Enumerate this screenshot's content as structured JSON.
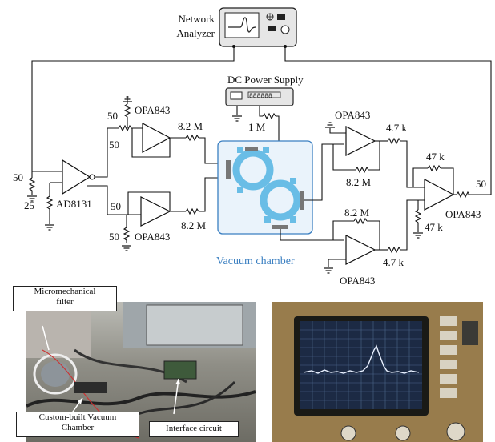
{
  "schematic": {
    "network_analyzer": "Network\nAnalyzer",
    "network_analyzer_line1": "Network",
    "network_analyzer_line2": "Analyzer",
    "dc_power_supply": "DC Power Supply",
    "opamp_top_left": "OPA843",
    "opamp_bottom_left": "OPA843",
    "opamp_top_right": "OPA843",
    "opamp_bottom_right": "OPA843",
    "opamp_output": "OPA843",
    "diff_amp": "AD8131",
    "r_input_term": "50",
    "r_input_ground": "25",
    "r_tl_top": "50",
    "r_tl_fb": "50",
    "r_bl_in": "50",
    "r_bl_bottom": "50",
    "r_tl_out": "8.2 M",
    "r_bl_out": "8.2 M",
    "r_bias": "1 M",
    "r_tr_fb": "8.2 M",
    "r_br_fb": "8.2 M",
    "r_tr_out": "4.7 k",
    "r_br_out": "4.7 k",
    "r_out_fb": "47 k",
    "r_out_gnd": "47 k",
    "r_out_term": "50",
    "chamber_label": "Vacuum chamber",
    "chamber_color": "#3a7fc1"
  },
  "photos": {
    "left_callouts": {
      "filter": "Micromechanical\nfilter",
      "filter_line1": "Micromechanical",
      "filter_line2": "filter",
      "chamber_line1": "Custom-built Vacuum",
      "chamber_line2": "Chamber",
      "circuit": "Interface circuit"
    }
  }
}
